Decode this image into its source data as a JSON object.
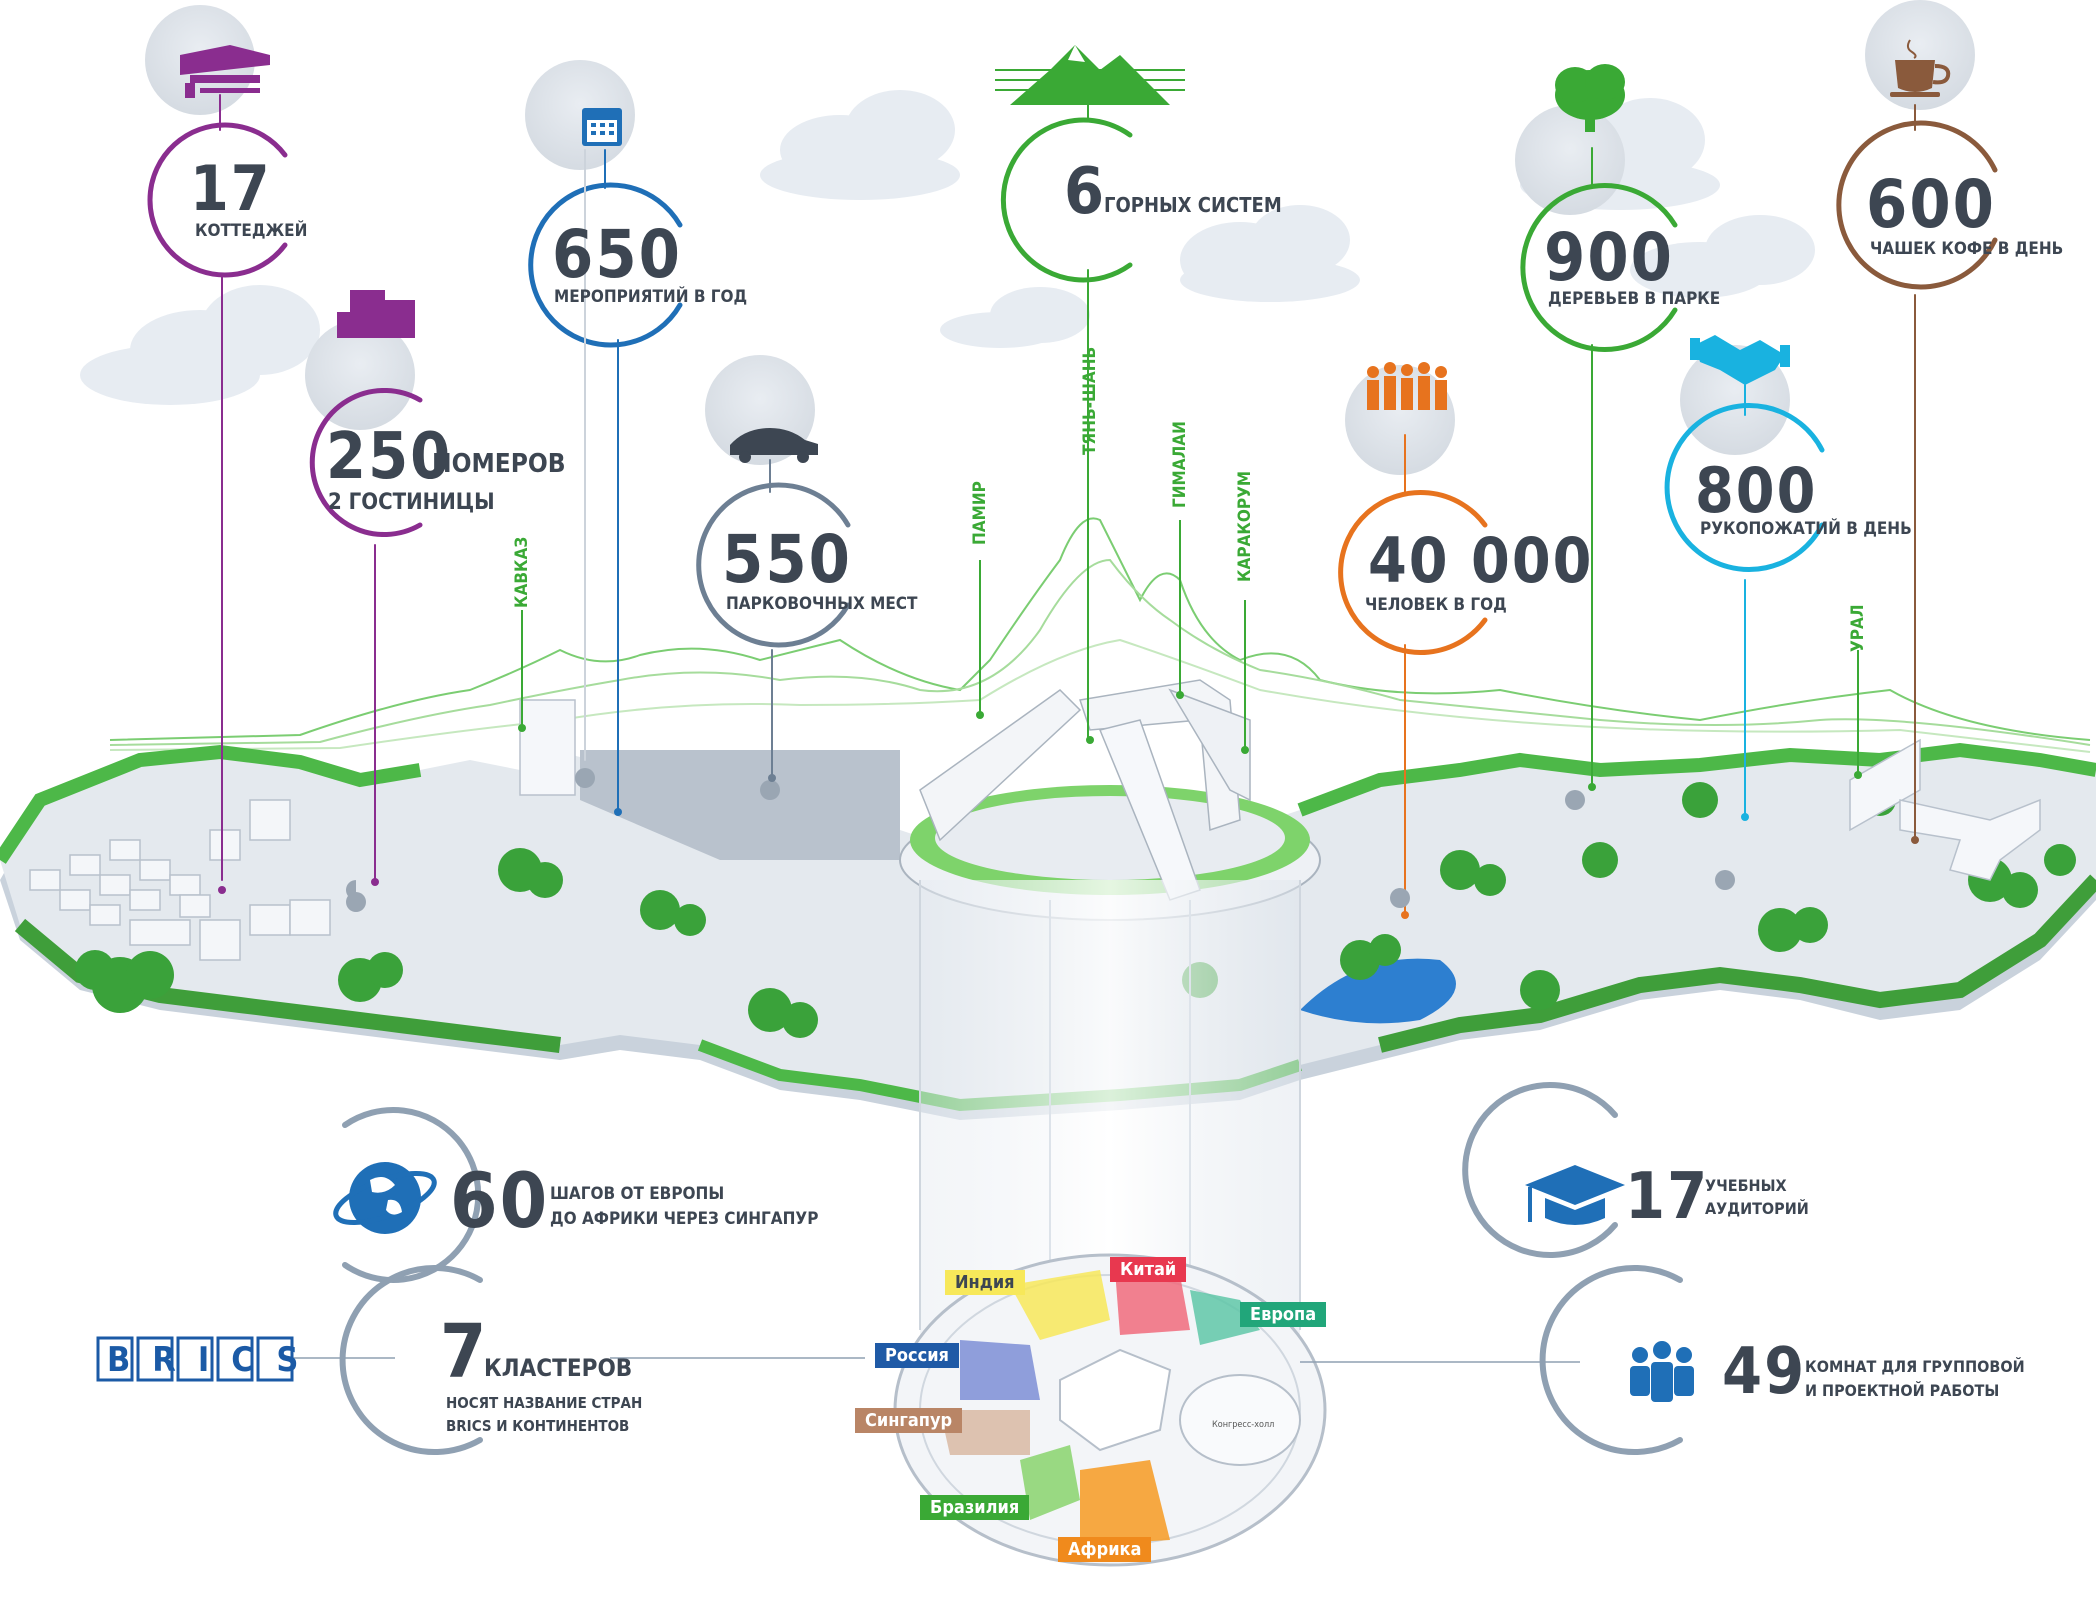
{
  "stats": {
    "cottages": {
      "value": "17",
      "label": "КОТТЕДЖЕЙ"
    },
    "rooms": {
      "value": "250",
      "label": "НОМЕРОВ",
      "sublabel": "2 ГОСТИНИЦЫ"
    },
    "events": {
      "value": "650",
      "label": "МЕРОПРИЯТИЙ В ГОД"
    },
    "parking": {
      "value": "550",
      "label": "ПАРКОВОЧНЫХ МЕСТ"
    },
    "mountains": {
      "value": "6",
      "label": "ГОРНЫХ СИСТЕМ"
    },
    "people": {
      "value": "40 000",
      "label": "ЧЕЛОВЕК В ГОД"
    },
    "trees": {
      "value": "900",
      "label": "ДЕРЕВЬЕВ В ПАРКЕ"
    },
    "coffee": {
      "value": "600",
      "label": "ЧАШЕК КОФЕ В ДЕНЬ"
    },
    "handshakes": {
      "value": "800",
      "label": "РУКОПОЖАТИЙ В ДЕНЬ"
    },
    "steps": {
      "value": "60",
      "line1": "ШАГОВ ОТ ЕВРОПЫ",
      "line2": "ДО АФРИКИ ЧЕРЕЗ СИНГАПУР"
    },
    "clusters": {
      "value": "7",
      "label": "КЛАСТЕРОВ",
      "line1": "НОСЯТ НАЗВАНИЕ СТРАН",
      "line2": "BRICS И КОНТИНЕНТОВ"
    },
    "classrooms": {
      "value": "17",
      "line1": "УЧЕБНЫХ",
      "line2": "АУДИТОРИЙ"
    },
    "rooms_group": {
      "value": "49",
      "line1": "КОМНАТ ДЛЯ ГРУППОВОЙ",
      "line2": "И ПРОЕКТНОЙ РАБОТЫ"
    }
  },
  "mountain_names": {
    "kavkaz": "КАВКАЗ",
    "pamir": "ПАМИР",
    "tianshan": "ТЯНЬ-ШАНЬ",
    "himalayas": "ГИМАЛАИ",
    "karakorum": "КАРАКОРУМ",
    "ural": "УРАЛ"
  },
  "brics_logo": "BRICS",
  "clusters_map": {
    "india": "Индия",
    "china": "Китай",
    "europe": "Европа",
    "russia": "Россия",
    "singapore": "Сингапур",
    "brazil": "Бразилия",
    "africa": "Африка",
    "congress": "Конгресс-холл"
  },
  "colors": {
    "purple": "#8a2d8f",
    "blue": "#1f6fb7",
    "gray": "#6d7f93",
    "green": "#3aa935",
    "orange": "#e7731e",
    "cyan": "#19b2e0",
    "brown": "#8a5a3c",
    "steel": "#8fa0b2",
    "navy": "#1b5aa6"
  }
}
